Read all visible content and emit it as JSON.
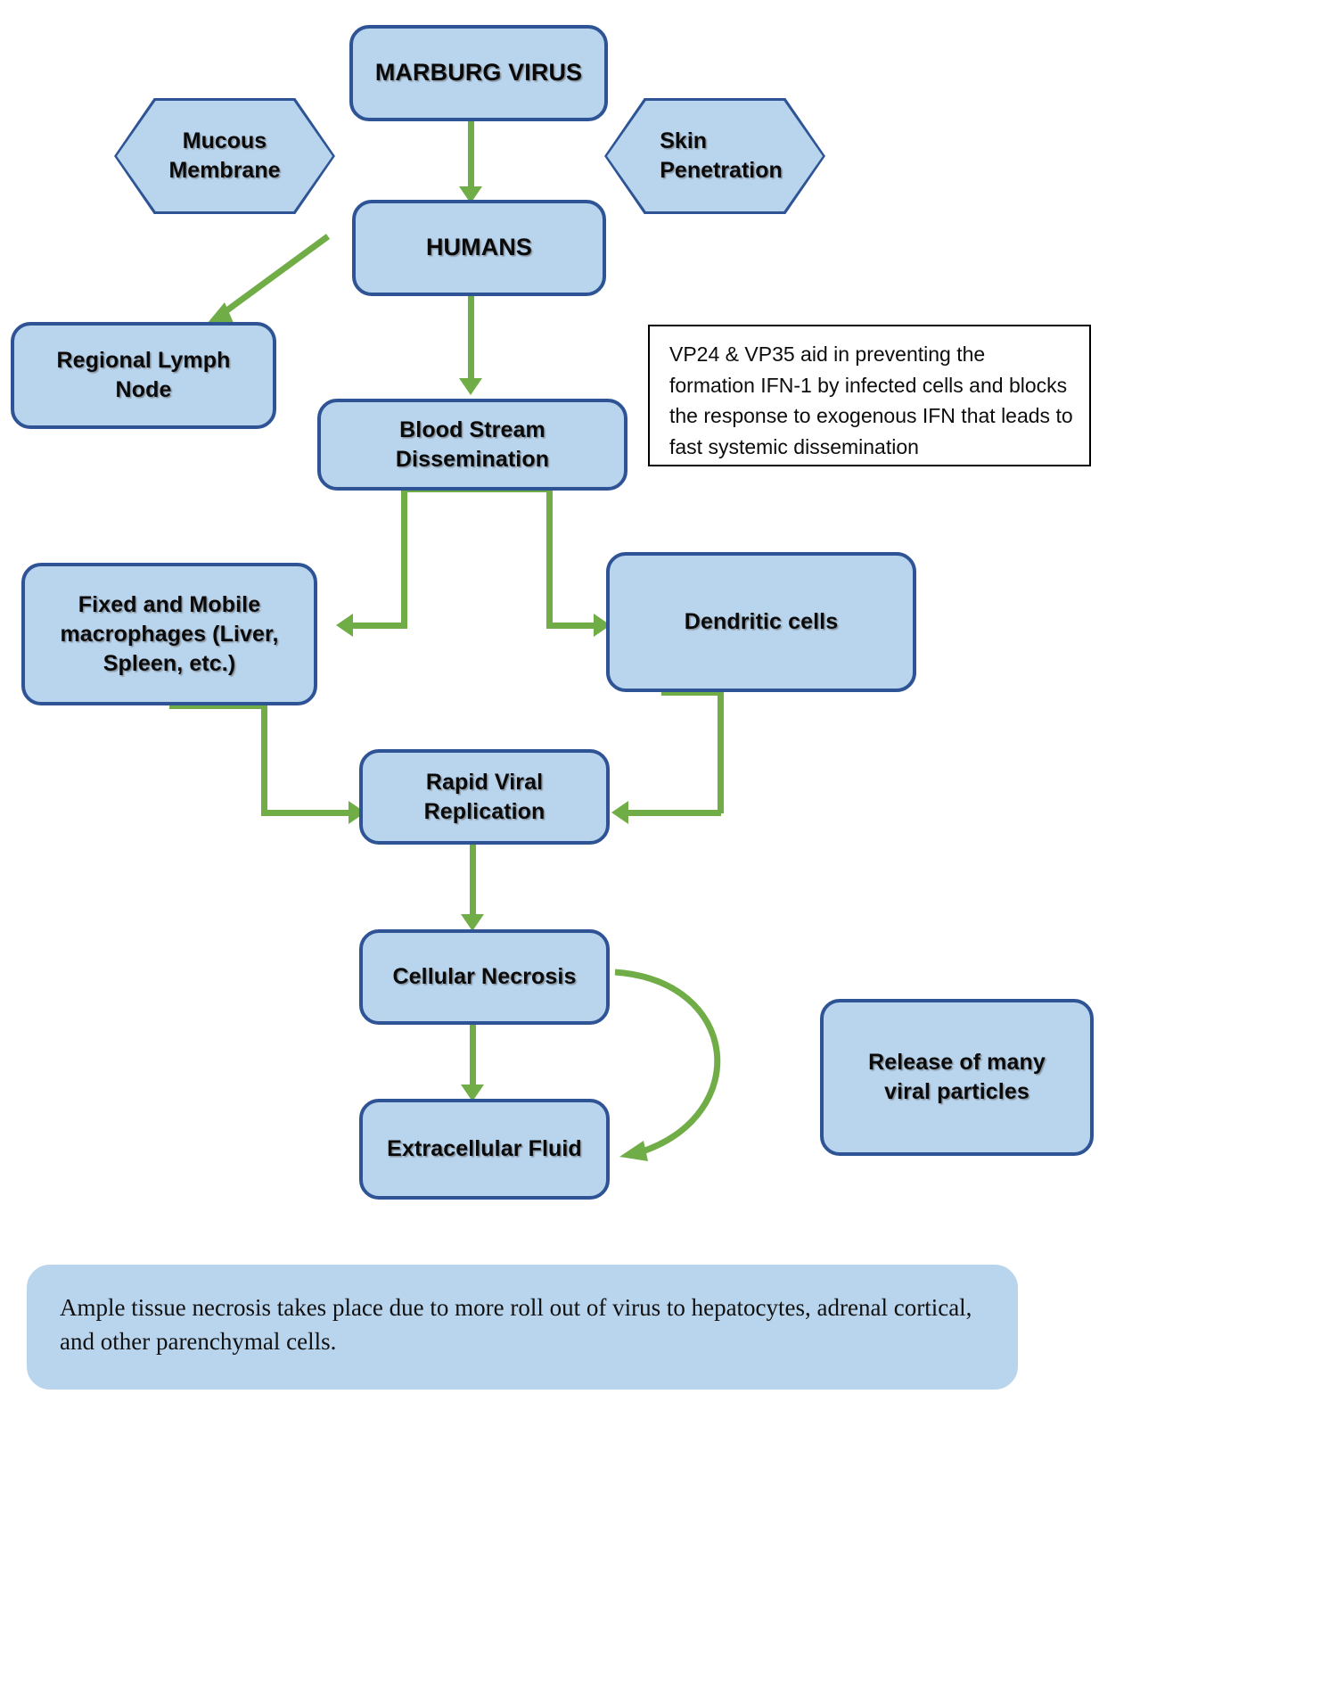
{
  "diagram": {
    "title_node": {
      "label": "MARBURG VIRUS"
    },
    "entry_routes": [
      {
        "id": "mucous-membrane",
        "label": "Mucous\nMembrane"
      },
      {
        "id": "skin-penetration",
        "label": "Skin\nPenetration"
      }
    ],
    "nodes": [
      {
        "id": "marburg-virus",
        "label": "MARBURG VIRUS"
      },
      {
        "id": "humans",
        "label": "HUMANS"
      },
      {
        "id": "regional-lymph-node",
        "label": "Regional Lymph\nNode"
      },
      {
        "id": "blood-stream-dissemination",
        "label": "Blood Stream\nDissemination"
      },
      {
        "id": "macrophages",
        "label": "Fixed and Mobile\nmacrophages (Liver,\nSpleen, etc.)"
      },
      {
        "id": "dendritic-cells",
        "label": "Dendritic cells"
      },
      {
        "id": "rapid-viral-replication",
        "label": "Rapid Viral\nReplication"
      },
      {
        "id": "cellular-necrosis",
        "label": "Cellular Necrosis"
      },
      {
        "id": "extracellular-fluid",
        "label": "Extracellular Fluid"
      },
      {
        "id": "release-viral-particles",
        "label": "Release of many\nviral particles"
      }
    ],
    "labels": {
      "marburg_virus": "MARBURG VIRUS",
      "mucous_membrane": "Mucous\nMembrane",
      "skin_penetration": "Skin\nPenetration",
      "humans": "HUMANS",
      "regional_lymph_node": "Regional Lymph\nNode",
      "blood_stream_dissemination": "Blood Stream\nDissemination",
      "macrophages": "Fixed and Mobile\nmacrophages (Liver,\nSpleen, etc.)",
      "dendritic_cells": "Dendritic cells",
      "rapid_viral_replication": "Rapid Viral\nReplication",
      "cellular_necrosis": "Cellular Necrosis",
      "extracellular_fluid": "Extracellular Fluid",
      "release_viral_particles": "Release of many\nviral particles"
    },
    "note": {
      "id": "vp24-vp35-note",
      "text": "VP24 & VP35 aid in preventing the formation IFN-1 by infected cells and blocks the response to exogenous IFN that leads to fast systemic dissemination"
    },
    "banner": {
      "id": "tissue-necrosis-banner",
      "text": "Ample tissue necrosis takes place due to more roll out of virus to hepatocytes, adrenal cortical, and other parenchymal cells."
    },
    "edges": [
      {
        "from": "marburg-virus",
        "to": "humans",
        "style": "straight-down"
      },
      {
        "from": "humans",
        "to": "regional-lymph-node",
        "style": "diagonal"
      },
      {
        "from": "humans",
        "to": "blood-stream-dissemination",
        "style": "straight-down"
      },
      {
        "from": "blood-stream-dissemination",
        "to": "macrophages",
        "style": "elbow-left"
      },
      {
        "from": "blood-stream-dissemination",
        "to": "dendritic-cells",
        "style": "elbow-right"
      },
      {
        "from": "macrophages",
        "to": "rapid-viral-replication",
        "style": "elbow-right"
      },
      {
        "from": "dendritic-cells",
        "to": "rapid-viral-replication",
        "style": "elbow-left"
      },
      {
        "from": "rapid-viral-replication",
        "to": "cellular-necrosis",
        "style": "straight-down"
      },
      {
        "from": "cellular-necrosis",
        "to": "extracellular-fluid",
        "style": "straight-down"
      },
      {
        "from": "cellular-necrosis",
        "to": "extracellular-fluid",
        "style": "curved-right-loop"
      }
    ],
    "colors": {
      "node_fill": "#b9d4ed",
      "node_border": "#2f5496",
      "connector": "#70ad47",
      "note_border": "#000000",
      "text": "#0a0a0a",
      "background": "#ffffff"
    }
  }
}
